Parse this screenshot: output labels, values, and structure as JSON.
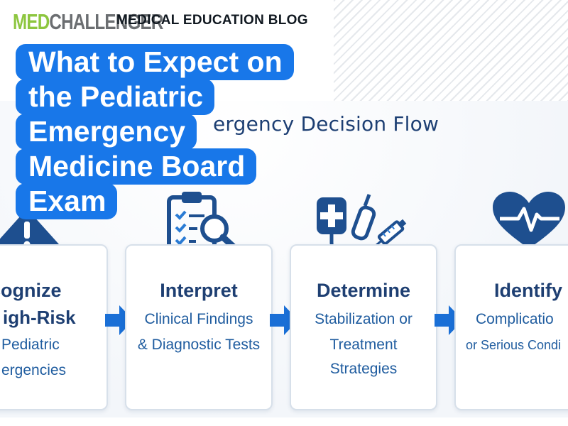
{
  "header": {
    "logo_med": "MED",
    "logo_challenger": "CHALLENGER",
    "blog_label": "MEDICAL EDUCATION BLOG"
  },
  "article": {
    "title_lines": [
      "What to Expect on",
      "the Pediatric",
      "Emergency",
      "Medicine Board",
      "Exam"
    ]
  },
  "flow": {
    "title": "ergency Decision Flow",
    "steps": [
      {
        "title": "cognize",
        "lines": [
          "igh-Risk",
          "Pediatric",
          "ergencies"
        ],
        "icon": "warning-icon"
      },
      {
        "title": "Interpret",
        "lines": [
          "Clinical Findings",
          "& Diagnostic Tests"
        ],
        "icon": "clipboard-magnifier-icon"
      },
      {
        "title": "Determine",
        "lines": [
          "Stabilization or",
          "Treatment",
          "Strategies"
        ],
        "icon": "medical-supplies-icon"
      },
      {
        "title": "Identify",
        "lines": [
          "Complicatio",
          "or Serious Condi"
        ],
        "icon": "heart-pulse-icon"
      }
    ],
    "arrow_icon": "right-arrow-icon"
  },
  "colors": {
    "brand_green": "#8dc63f",
    "brand_gray": "#6b6e71",
    "title_blue": "#1877e9",
    "navy": "#1e3f72",
    "flow_blue": "#1f5c9f"
  }
}
